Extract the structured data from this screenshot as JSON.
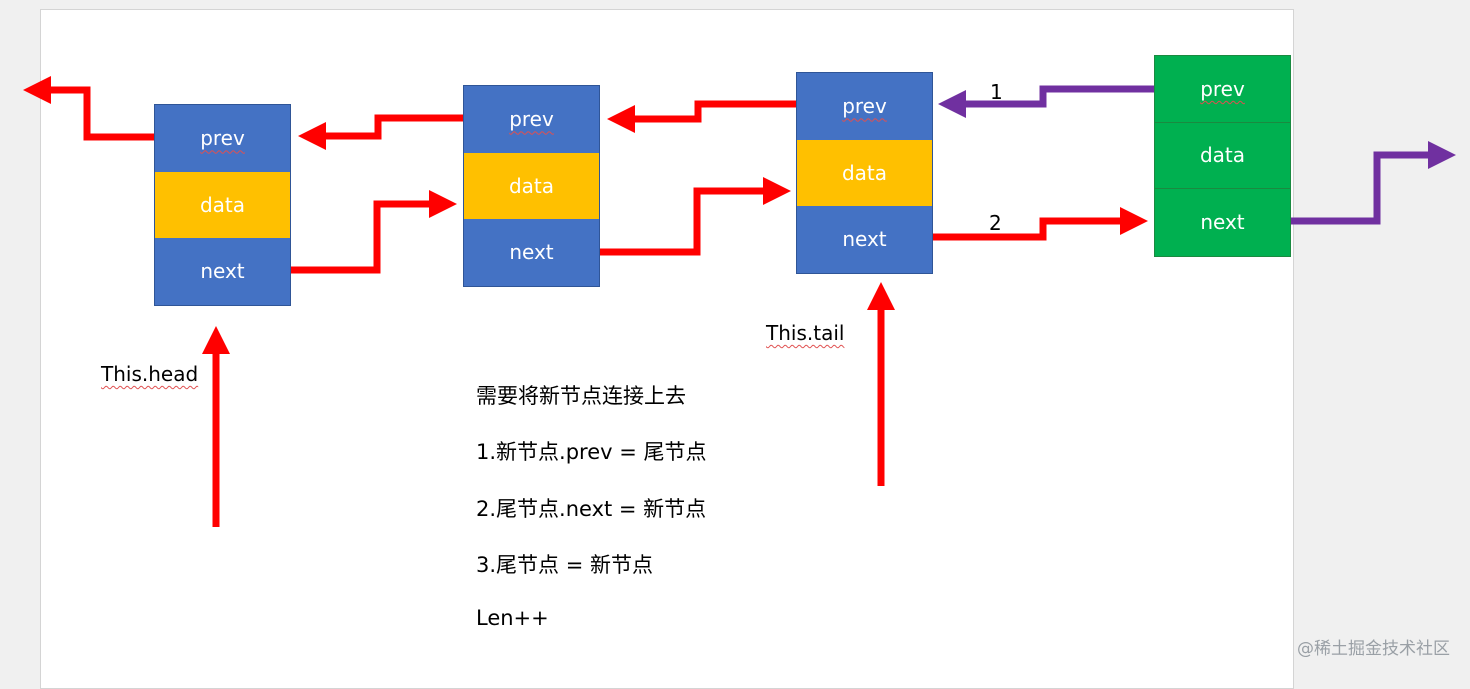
{
  "colors": {
    "node_blue": "#4472c4",
    "node_yellow": "#ffc000",
    "node_green": "#00b050",
    "arrow_red": "#ff0000",
    "arrow_purple": "#7030a0"
  },
  "nodes": [
    {
      "prev": "prev",
      "data": "data",
      "next": "next",
      "color": "blue"
    },
    {
      "prev": "prev",
      "data": "data",
      "next": "next",
      "color": "blue"
    },
    {
      "prev": "prev",
      "data": "data",
      "next": "next",
      "color": "blue"
    },
    {
      "prev": "prev",
      "data": "data",
      "next": "next",
      "color": "green"
    }
  ],
  "labels": {
    "head": "This.head",
    "tail": "This.tail",
    "step1": "1",
    "step2": "2"
  },
  "notes": [
    "需要将新节点连接上去",
    "1.新节点.prev =  尾节点",
    "2.尾节点.next = 新节点",
    "3.尾节点 = 新节点",
    "Len++"
  ],
  "watermark": "@稀土掘金技术社区"
}
